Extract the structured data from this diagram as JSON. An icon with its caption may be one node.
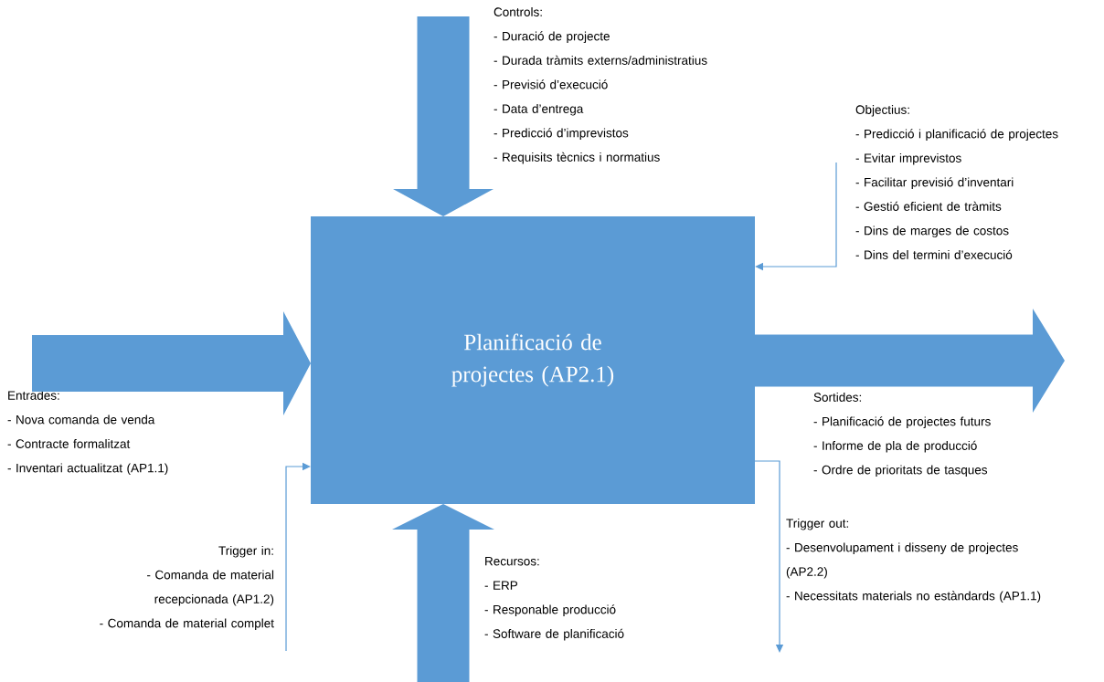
{
  "diagram": {
    "nodes": [
      {
        "text": [
          "Controls:",
          "- Duració de projecte",
          "- Durada tràmits externs/administratius",
          "- Previsió d’execució",
          "- Data d’entrega",
          "- Predicció d’imprevistos",
          "- Requisits tècnics i normatius"
        ]
      },
      {
        "text": [
          "Objectius:",
          "- Predicció i planificació de projectes",
          "- Evitar imprevistos",
          "- Facilitar previsió d’inventari",
          "- Gestió eficient de tràmits",
          "- Dins de marges de costos",
          "- Dins del termini d’execució"
        ]
      },
      {
        "text": [
          "Planificació de projectes (AP2.1)"
        ]
      },
      {
        "text": [
          "Entrades:",
          "- Nova comanda de venda",
          "- Contracte formalitzat",
          "- Inventari actualitzat (AP1.1)"
        ]
      },
      {
        "text": [
          "Sortides:",
          "- Planificació de projectes futurs",
          "- Informe de pla de producció",
          "- Ordre de prioritats de tasques"
        ]
      },
      {
        "text": [
          "Trigger in:",
          "- Comanda de material recepcionada (AP1.2)",
          "- Comanda de material complet"
        ]
      },
      {
        "text": [
          "Recursos:",
          "- ERP",
          "- Responable producció",
          "- Software de planificació"
        ]
      },
      {
        "text": [
          "Trigger out:",
          "- Desenvolupament i disseny de projectes (AP2.2)",
          "- Necessitats materials no estàndards (AP1.1)"
        ]
      }
    ],
    "edges": [
      {
        "from": 0,
        "to": 2,
        "arrow": "to",
        "style": "thick"
      },
      {
        "from": 1,
        "to": 2,
        "arrow": "to"
      },
      {
        "from": 3,
        "to": 2,
        "arrow": "to",
        "style": "thick"
      },
      {
        "from": 2,
        "to": 4,
        "arrow": "to",
        "style": "thick"
      },
      {
        "from": 5,
        "to": 2,
        "arrow": "to"
      },
      {
        "from": 6,
        "to": 2,
        "arrow": "to",
        "style": "thick"
      },
      {
        "from": 2,
        "to": 7,
        "arrow": "to"
      }
    ]
  }
}
